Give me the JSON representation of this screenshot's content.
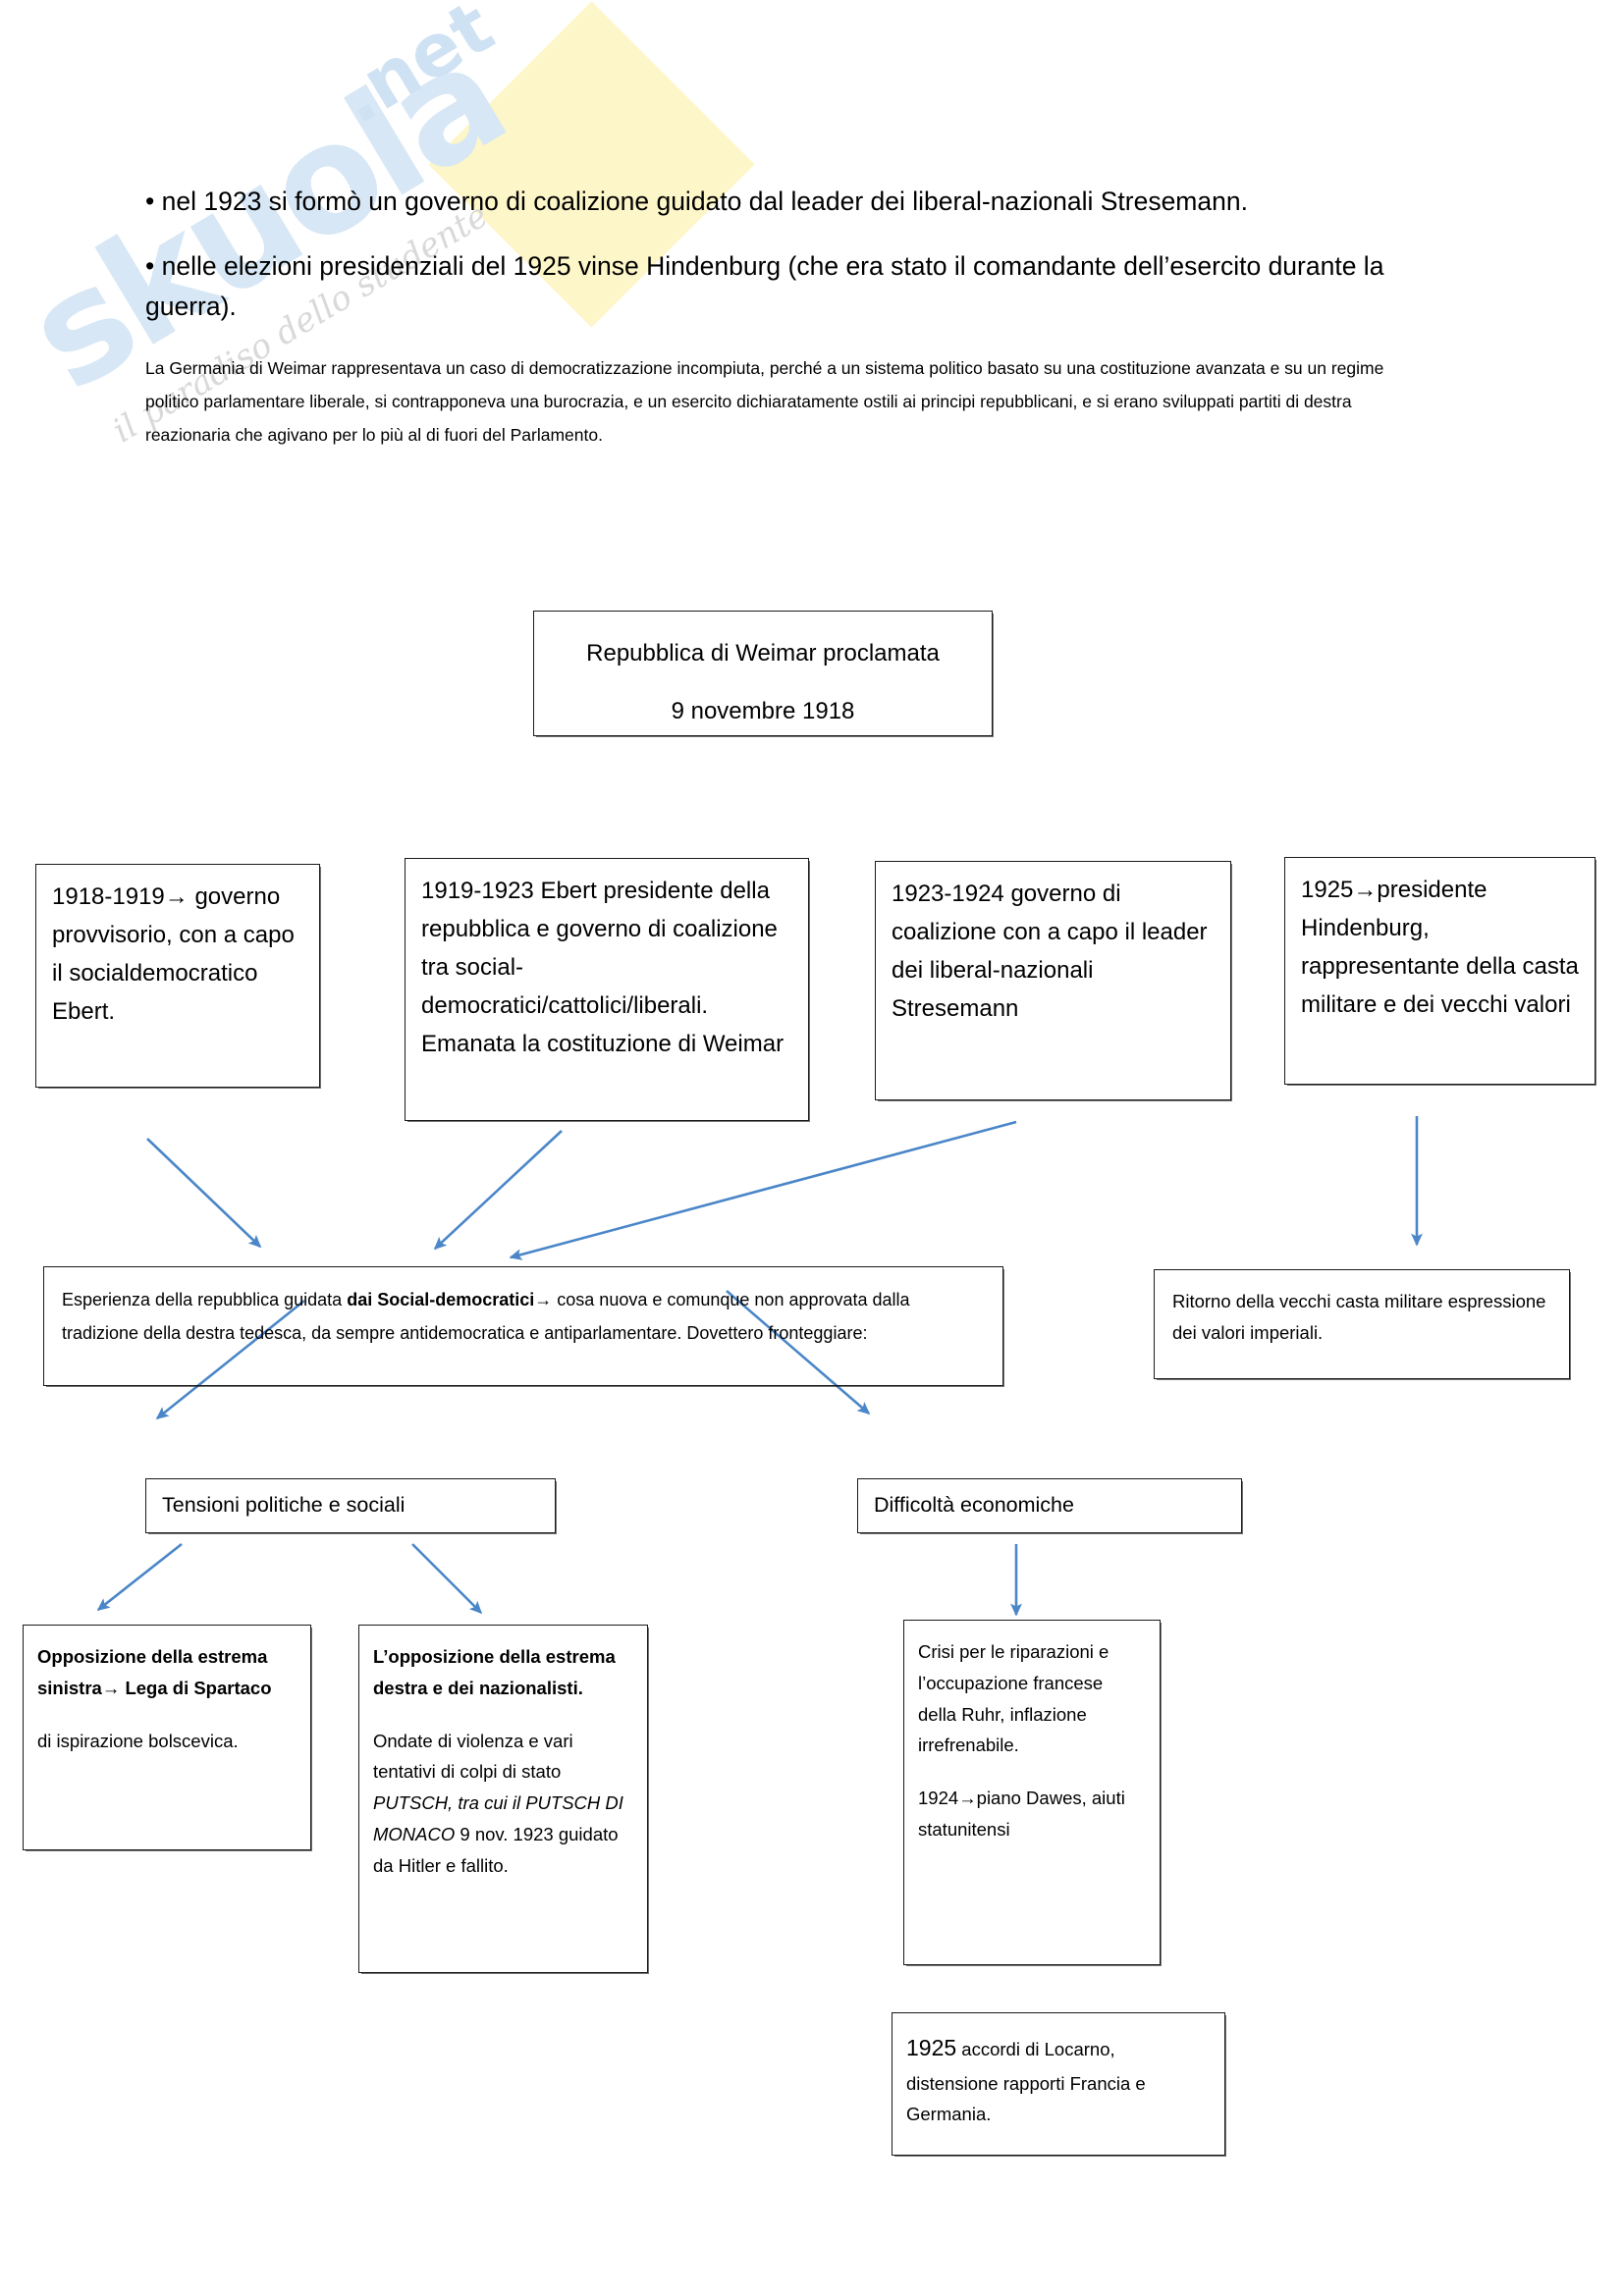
{
  "watermark": {
    "word": "skuola",
    "suffix": ".net",
    "tagline": "il paradiso dello studente"
  },
  "intro": {
    "bullet1": "• nel 1923 si formò un governo di coalizione guidato dal leader dei liberal-nazionali Stresemann.",
    "bullet2": "• nelle elezioni presidenziali del 1925 vinse Hindenburg (che era stato il comandante dell’esercito durante la guerra).",
    "paragraph": "La Germania di Weimar rappresentava un caso di democratizzazione incompiuta, perché a un sistema politico basato su una costituzione avanzata e su un regime politico parlamentare liberale, si contrapponeva una burocrazia, e un esercito dichiaratamente ostili ai principi repubblicani, e si erano sviluppati partiti di destra reazionaria che agivano per lo più al di fuori del Parlamento."
  },
  "diagram": {
    "title_box": {
      "line1": "Repubblica di Weimar proclamata",
      "line2": "9 novembre 1918"
    },
    "timeline": [
      {
        "text": "1918-1919→ governo provvisorio, con a capo il socialdemocratico Ebert."
      },
      {
        "text": "1919-1923 Ebert presidente della repubblica e governo di coalizione tra social-democratici/cattolici/liberali. Emanata la costituzione di Weimar"
      },
      {
        "text": "1923-1924 governo di coalizione con a capo il leader dei liberal-nazionali Stresemann"
      },
      {
        "text": "1925→presidente Hindenburg, rappresentante della casta militare e dei vecchi valori"
      }
    ],
    "synthesis_left": {
      "pre": "Esperienza della repubblica guidata ",
      "bold": "dai Social-democratici→",
      "post": " cosa nuova e comunque non approvata dalla tradizione della destra tedesca, da sempre antidemocratica e antiparlamentare. Dovettero fronteggiare:"
    },
    "synthesis_right": {
      "text": "Ritorno della vecchi casta militare espressione dei valori imperiali."
    },
    "branch_left": {
      "label": "Tensioni politiche e sociali"
    },
    "branch_right": {
      "label": "Difficoltà economiche"
    },
    "leaf_far_left": {
      "bold": "Opposizione della estrema sinistra→ Lega di Spartaco",
      "rest": "di ispirazione bolscevica."
    },
    "leaf_left": {
      "bold": "L’opposizione della estrema destra e dei nazionalisti.",
      "p1_a": "Ondate di violenza e vari tentativi di colpi di stato ",
      "p1_i": "PUTSCH, tra cui il PUTSCH DI MONACO",
      "p1_b": " 9 nov. 1923 guidato da Hitler e fallito."
    },
    "leaf_right": {
      "p1": "Crisi per le riparazioni e l’occupazione francese della Ruhr, inflazione irrefrenabile.",
      "p2": "1924→piano Dawes, aiuti statunitensi"
    },
    "leaf_bottom": {
      "year": "1925",
      "rest": " accordi di Locarno, distensione rapporti Francia e Germania."
    }
  },
  "colors": {
    "arrow": "#4a86c8",
    "box_border": "#1a1a1a",
    "watermark_blue": "#d7e7f5",
    "watermark_yellow": "#fdf6c8"
  }
}
